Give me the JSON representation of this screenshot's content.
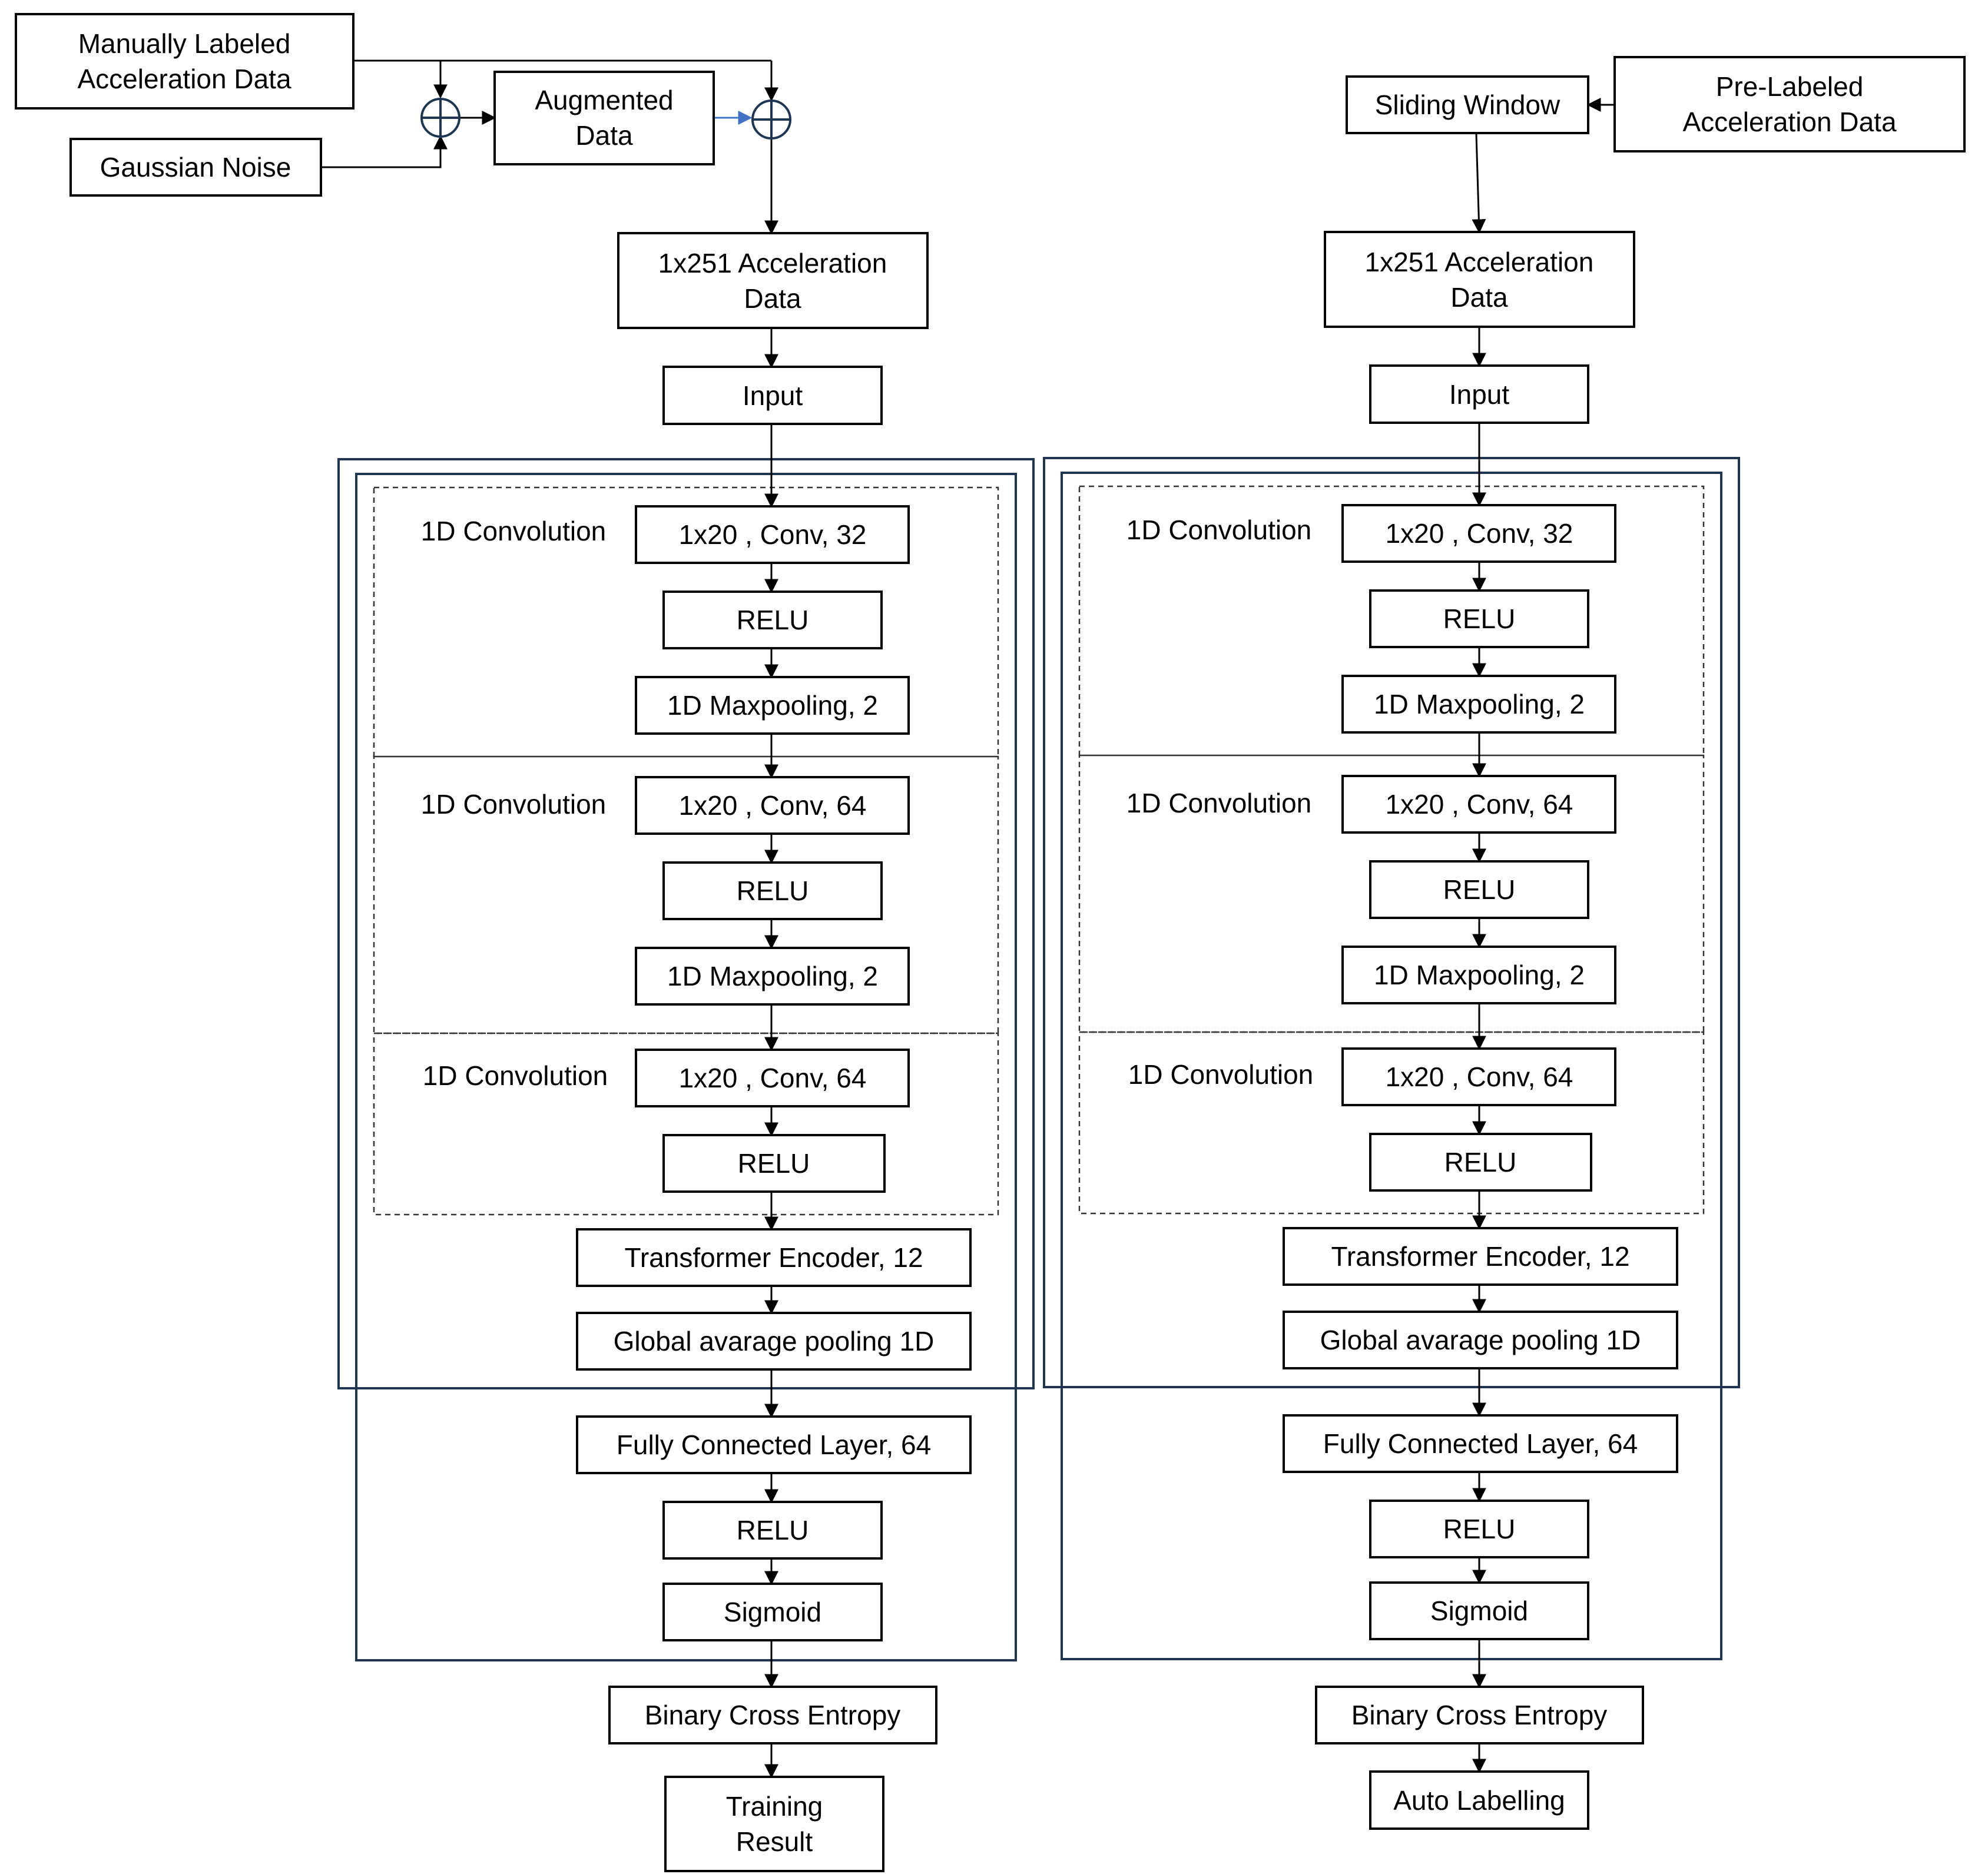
{
  "training": {
    "manual_data": "Manually Labeled\nAcceleration Data",
    "gaussian_noise": "Gaussian Noise",
    "augmented": "Augmented\nData",
    "accel_data": "1x251 Acceleration\nData",
    "input": "Input",
    "conv_label_1": "1D Convolution",
    "conv_label_2": "1D Convolution",
    "conv_label_3": "1D Convolution",
    "conv1": "1x20 , Conv, 32",
    "relu1": "RELU",
    "pool1": "1D Maxpooling, 2",
    "conv2": "1x20 , Conv, 64",
    "relu2": "RELU",
    "pool2": "1D Maxpooling, 2",
    "conv3": "1x20 , Conv, 64",
    "relu3": "RELU",
    "transformer": "Transformer Encoder, 12",
    "gap": "Global avarage pooling 1D",
    "fc": "Fully Connected Layer, 64",
    "relu4": "RELU",
    "sigmoid": "Sigmoid",
    "bce": "Binary Cross Entropy",
    "result": "Training\nResult"
  },
  "labelling": {
    "prelabeled": "Pre-Labeled\nAcceleration Data",
    "sliding": "Sliding Window",
    "accel_data": "1x251 Acceleration\nData",
    "input": "Input",
    "conv_label_1": "1D Convolution",
    "conv_label_2": "1D Convolution",
    "conv_label_3": "1D Convolution",
    "conv1": "1x20 , Conv, 32",
    "relu1": "RELU",
    "pool1": "1D Maxpooling, 2",
    "conv2": "1x20 , Conv, 64",
    "relu2": "RELU",
    "pool2": "1D Maxpooling, 2",
    "conv3": "1x20 , Conv, 64",
    "relu3": "RELU",
    "transformer": "Transformer Encoder, 12",
    "gap": "Global avarage pooling 1D",
    "fc": "Fully Connected Layer, 64",
    "relu4": "RELU",
    "sigmoid": "Sigmoid",
    "bce": "Binary Cross Entropy",
    "result": "Auto Labelling"
  },
  "colors": {
    "frame": "#1f3552",
    "highlight_arrow": "#4472c4"
  }
}
